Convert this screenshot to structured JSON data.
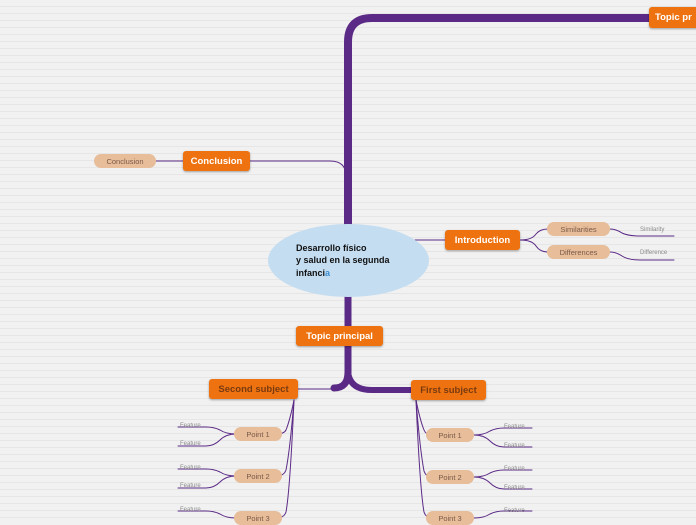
{
  "colors": {
    "topic": "#ee7310",
    "subtopic": "#e7bd9a",
    "central": "#c4ddf1",
    "branch": "#5b2a86",
    "accent": "#3a8fd6"
  },
  "central": {
    "line1": "Desarrollo físico",
    "line2": "y salud en la segunda",
    "line3_main": "infanci",
    "line3_accent": "a"
  },
  "topics": {
    "top_right": "Topic pr",
    "conclusion": "Conclusion",
    "introduction": "Introduction",
    "topic_principal": "Topic principal",
    "second_subject": "Second subject",
    "first_subject": "First subject"
  },
  "subtopics": {
    "conclusion": "Conclusion",
    "similarities": "Similarities",
    "differences": "Differences",
    "second_point_1": "Point 1",
    "second_point_2": "Point 2",
    "second_point_3": "Point 3",
    "first_point_1": "Point 1",
    "first_point_2": "Point 2",
    "first_point_3": "Point 3"
  },
  "leaves": {
    "similarity": "Similarity",
    "difference": "Difference",
    "feature": "Feature"
  }
}
